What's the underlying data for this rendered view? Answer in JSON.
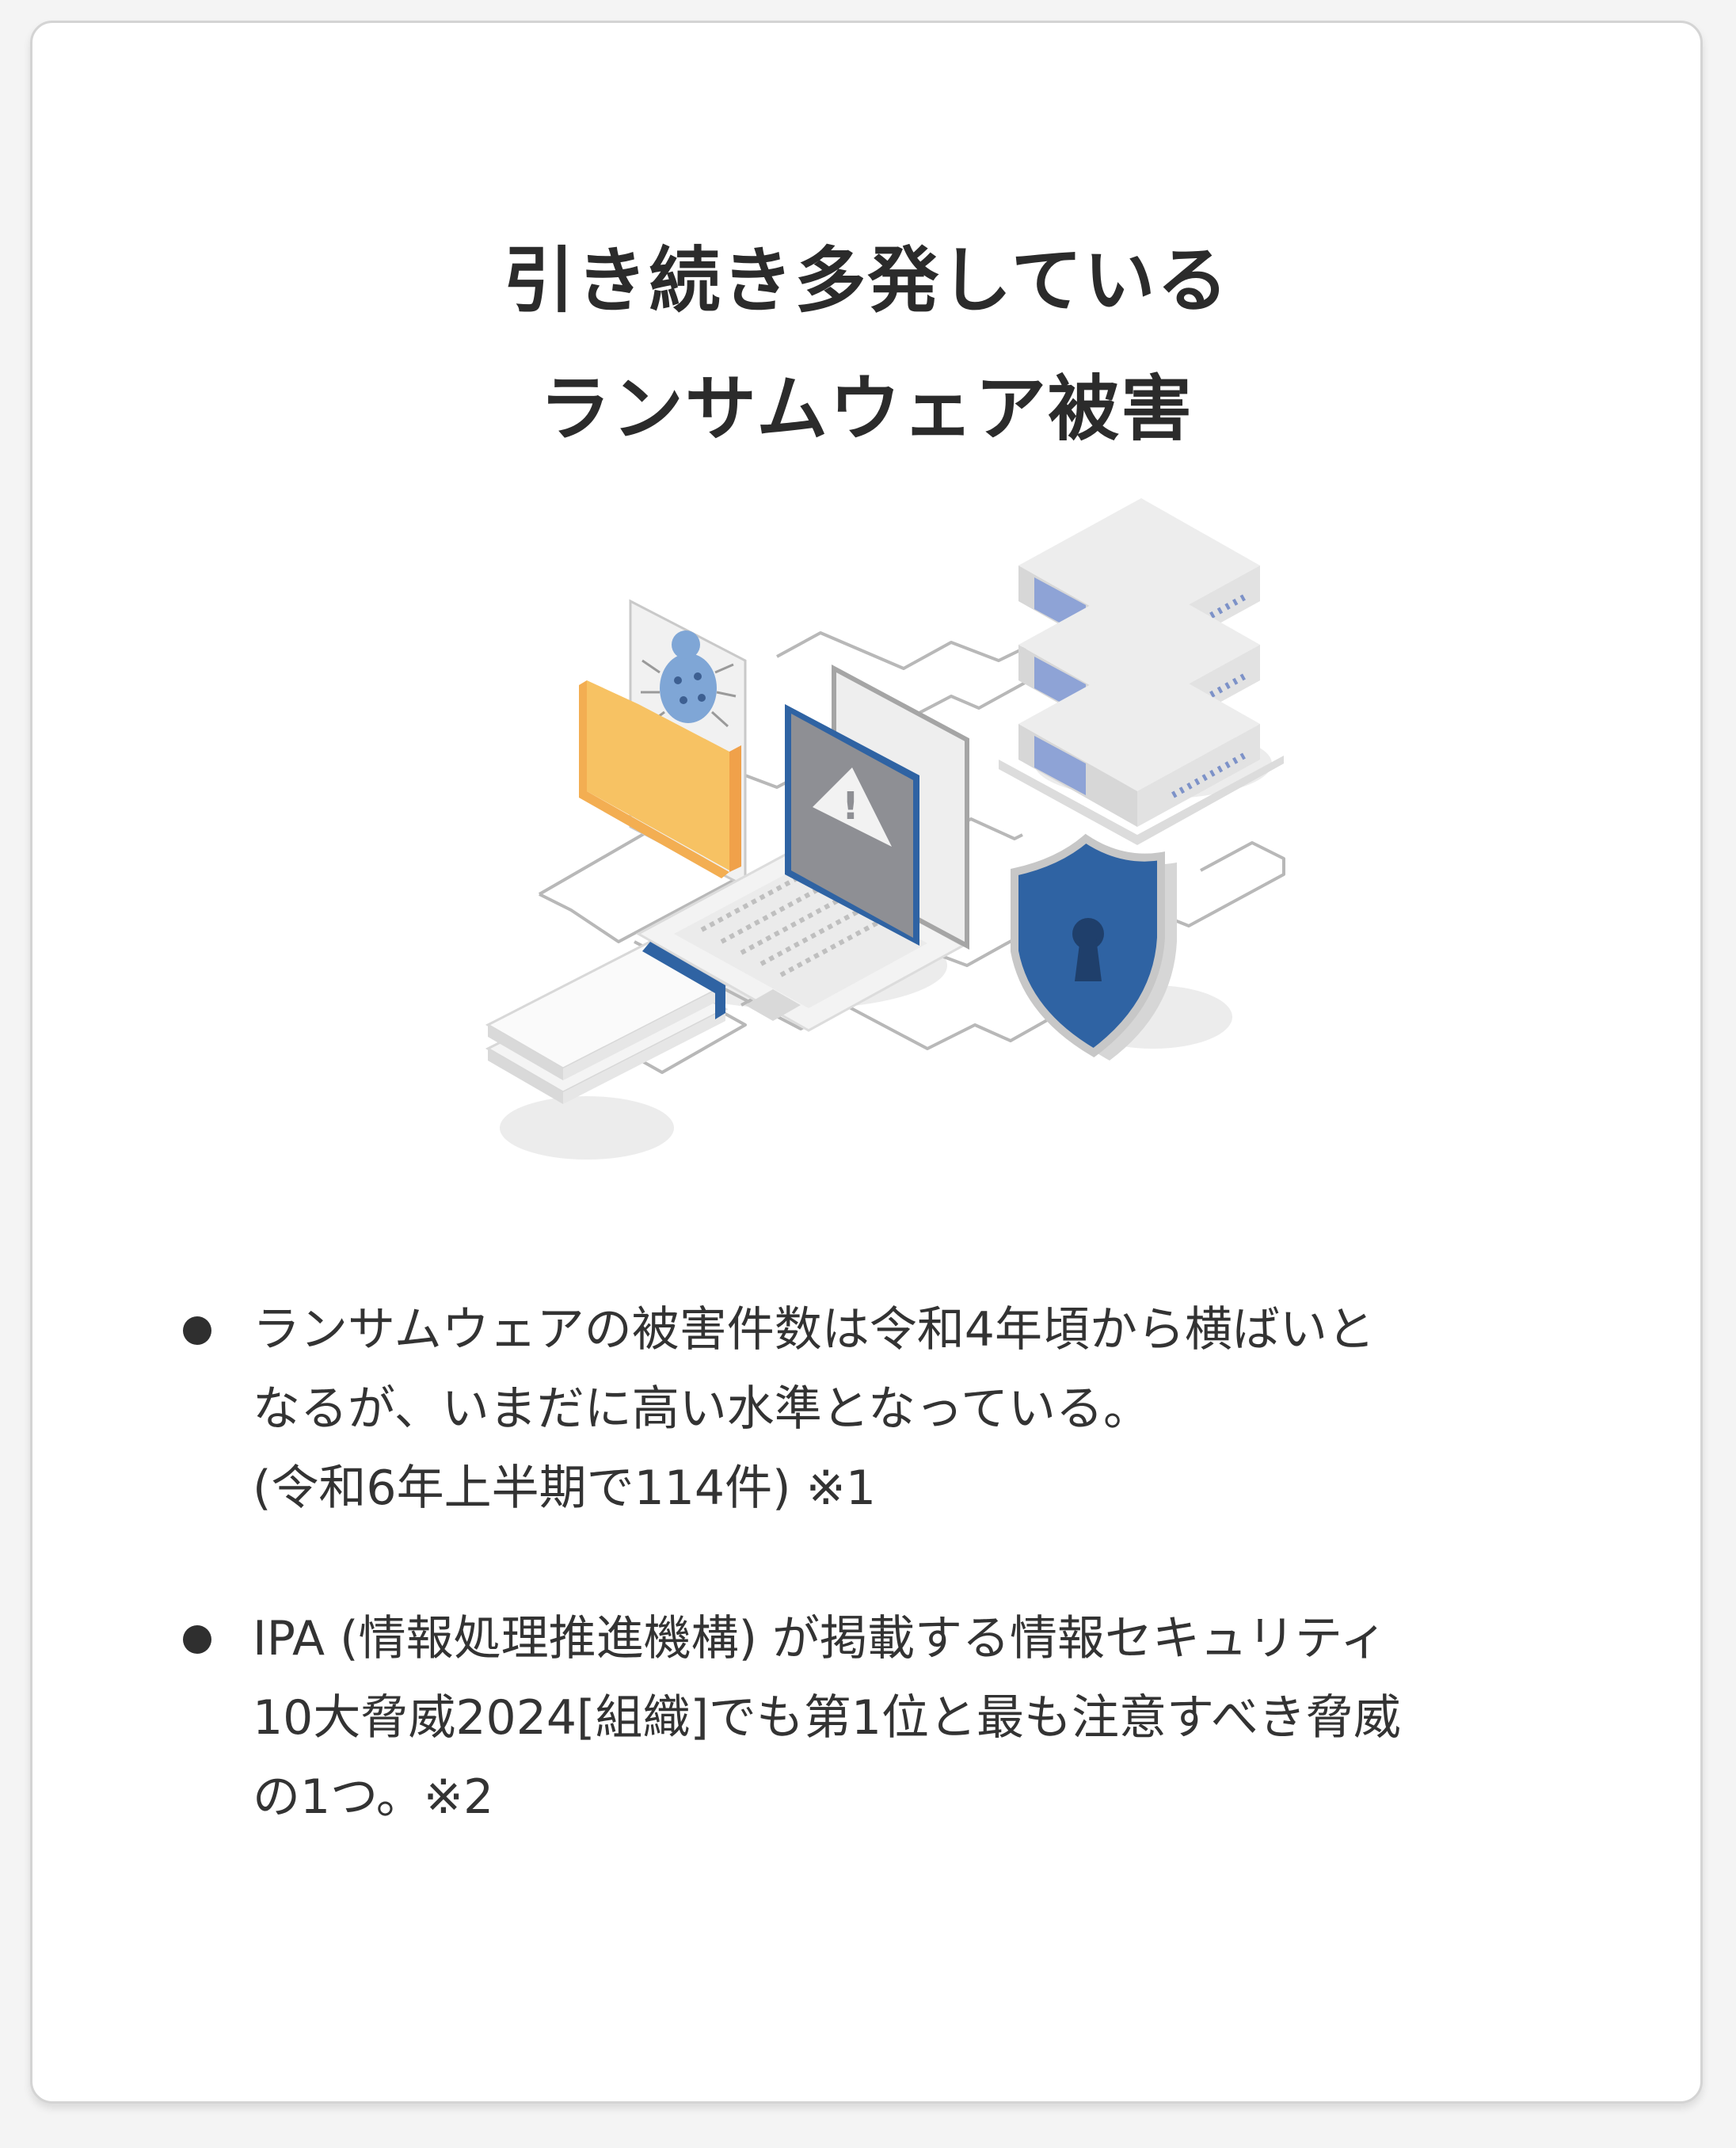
{
  "title": {
    "line1": "引き続き多発している",
    "line2": "ランサムウェア被害"
  },
  "illustration": {
    "icons": [
      "bug-file-icon",
      "folder-icon",
      "warning-monitor-icon",
      "laptop-icon",
      "server-rack-icon",
      "shield-lock-icon",
      "document-stack-icon"
    ]
  },
  "bullets": [
    {
      "lines": [
        "ランサムウェアの被害件数は令和4年頃から横ばいと",
        "なるが、いまだに高い水準となっている。",
        "(令和6年上半期で114件) ※1"
      ]
    },
    {
      "lines": [
        "IPA (情報処理推進機構) が掲載する情報セキュリティ",
        "10大脅威2024[組織]でも第1位と最も注意すべき脅威",
        "の1つ。※2"
      ]
    }
  ],
  "colors": {
    "accent_blue": "#2f63a3",
    "folder_orange": "#f7c263",
    "warning_gray": "#8e8f94"
  }
}
